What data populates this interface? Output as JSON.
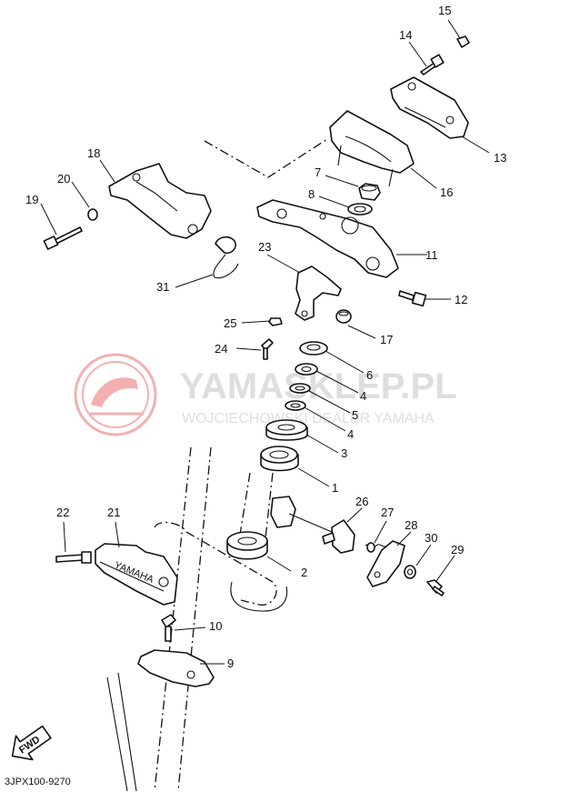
{
  "callouts": [
    {
      "id": "c15",
      "label": "15"
    },
    {
      "id": "c14",
      "label": "14"
    },
    {
      "id": "c13",
      "label": "13"
    },
    {
      "id": "c18",
      "label": "18"
    },
    {
      "id": "c7",
      "label": "7"
    },
    {
      "id": "c16",
      "label": "16"
    },
    {
      "id": "c20",
      "label": "20"
    },
    {
      "id": "c19",
      "label": "19"
    },
    {
      "id": "c8",
      "label": "8"
    },
    {
      "id": "c11",
      "label": "11"
    },
    {
      "id": "c23",
      "label": "23"
    },
    {
      "id": "c31",
      "label": "31"
    },
    {
      "id": "c12",
      "label": "12"
    },
    {
      "id": "c25",
      "label": "25"
    },
    {
      "id": "c17",
      "label": "17"
    },
    {
      "id": "c24",
      "label": "24"
    },
    {
      "id": "c6",
      "label": "6"
    },
    {
      "id": "c4a",
      "label": "4"
    },
    {
      "id": "c5",
      "label": "5"
    },
    {
      "id": "c4b",
      "label": "4"
    },
    {
      "id": "c3",
      "label": "3"
    },
    {
      "id": "c1",
      "label": "1"
    },
    {
      "id": "c26",
      "label": "26"
    },
    {
      "id": "c22",
      "label": "22"
    },
    {
      "id": "c21",
      "label": "21"
    },
    {
      "id": "c27",
      "label": "27"
    },
    {
      "id": "c28",
      "label": "28"
    },
    {
      "id": "c30",
      "label": "30"
    },
    {
      "id": "c29",
      "label": "29"
    },
    {
      "id": "c2",
      "label": "2"
    },
    {
      "id": "c10",
      "label": "10"
    },
    {
      "id": "c9",
      "label": "9"
    }
  ],
  "diagram_code": "3JPX100-9270",
  "fwd_label": "FWD",
  "bracket_lettering": "YAMAHA",
  "watermark": {
    "title": "YAMASKLEP.PL",
    "subtitle": "WOJCIECHOWSKI DEALER YAMAHA"
  },
  "colors": {
    "line": "#111111",
    "watermark_gray": "#d9d9d9",
    "watermark_red": "#f2a3a3"
  }
}
